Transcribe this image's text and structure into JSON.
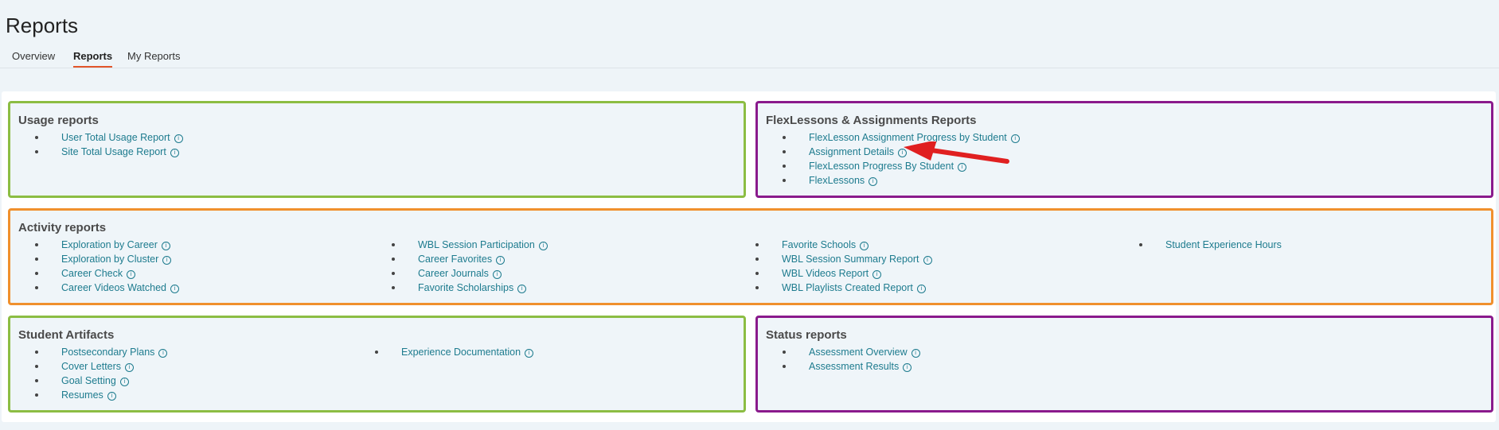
{
  "page": {
    "title": "Reports"
  },
  "tabs": [
    {
      "label": "Overview"
    },
    {
      "label": "Reports"
    },
    {
      "label": "My Reports"
    }
  ],
  "usage": {
    "title": "Usage reports",
    "items": [
      "User Total Usage Report",
      "Site Total Usage Report"
    ]
  },
  "flex": {
    "title": "FlexLessons & Assignments Reports",
    "items": [
      "FlexLesson Assignment Progress by Student",
      "Assignment Details",
      "FlexLesson Progress By Student",
      "FlexLessons"
    ]
  },
  "activity": {
    "title": "Activity reports",
    "col1": [
      "Exploration by Career",
      "Exploration by Cluster",
      "Career Check",
      "Career Videos Watched"
    ],
    "col2": [
      "WBL Session Participation",
      "Career Favorites",
      "Career Journals",
      "Favorite Scholarships"
    ],
    "col3": [
      "Favorite Schools",
      "WBL Session Summary Report",
      "WBL Videos Report",
      "WBL Playlists Created Report"
    ],
    "col4": [
      "Student Experience Hours"
    ]
  },
  "artifacts": {
    "title": "Student Artifacts",
    "col1": [
      "Postsecondary Plans",
      "Cover Letters",
      "Goal Setting",
      "Resumes"
    ],
    "col2": [
      "Experience Documentation"
    ]
  },
  "status": {
    "title": "Status reports",
    "items": [
      "Assessment Overview",
      "Assessment Results"
    ]
  },
  "icons": {
    "info": "info-circle-icon",
    "arrow": "red-arrow-annotation"
  },
  "colors": {
    "green": "#8cbd43",
    "purple": "#8a1a8c",
    "orange": "#f0902d",
    "link": "#1d7b8e",
    "active_tab": "#e2552a",
    "arrow": "#e02020"
  }
}
